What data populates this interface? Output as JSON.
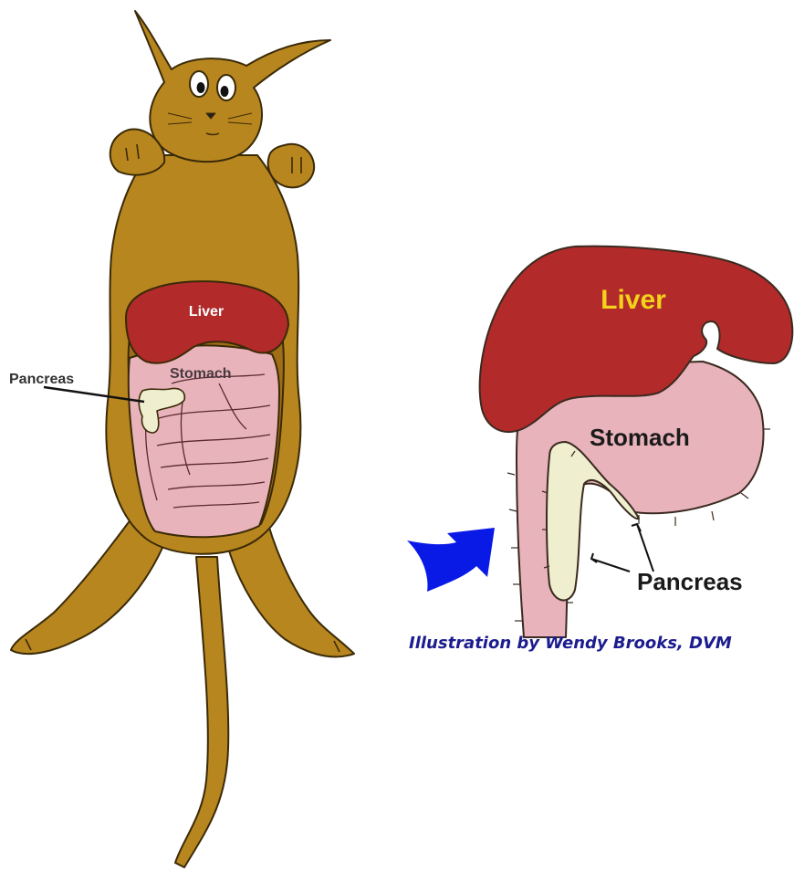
{
  "left_figure": {
    "liver_label": "Liver",
    "stomach_label": "Stomach",
    "pancreas_label": "Pancreas"
  },
  "right_figure": {
    "liver_label": "Liver",
    "stomach_label": "Stomach",
    "pancreas_label": "Pancreas"
  },
  "caption": "Illustration by Wendy Brooks, DVM",
  "colors": {
    "cat_body": "#b8861e",
    "liver": "#b22a2a",
    "stomach": "#e9b3bb",
    "pancreas": "#efefcf",
    "arrow": "#0a1ae6",
    "caption": "#1c1c8f",
    "liver_text_left": "#ffffff",
    "liver_text_right": "#f2d21a"
  }
}
